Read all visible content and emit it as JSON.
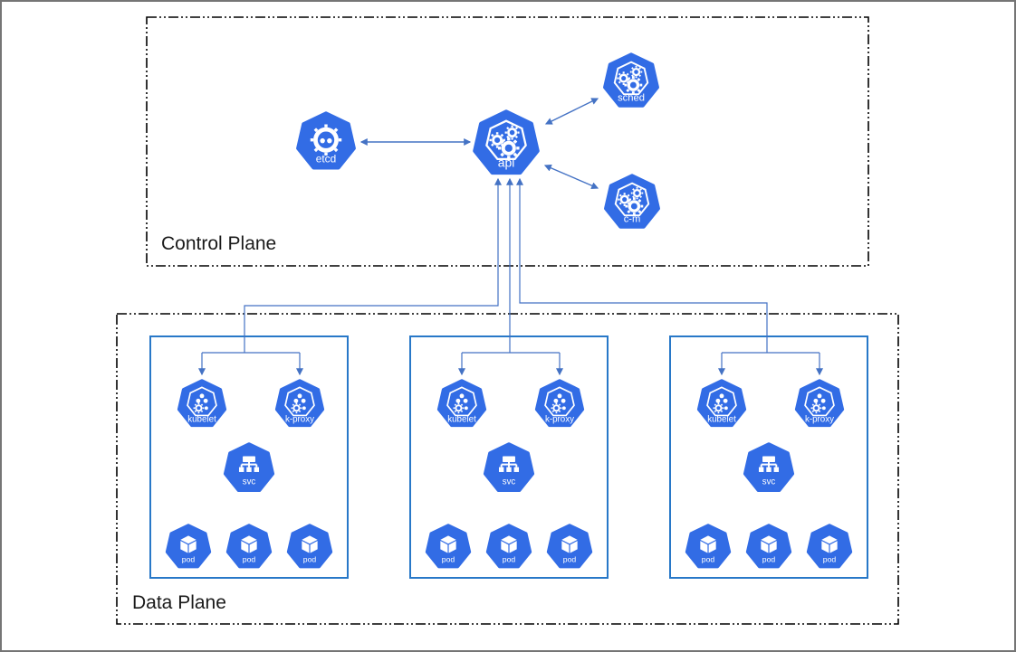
{
  "planes": {
    "control": {
      "label": "Control Plane"
    },
    "data": {
      "label": "Data Plane"
    }
  },
  "control_plane": {
    "etcd": {
      "label": "etcd"
    },
    "api": {
      "label": "api"
    },
    "sched": {
      "label": "sched"
    },
    "cm": {
      "label": "c-m"
    }
  },
  "data_plane": {
    "nodes": [
      {
        "kubelet": "kubelet",
        "kproxy": "k-proxy",
        "svc": "svc",
        "pods": [
          "pod",
          "pod",
          "pod"
        ]
      },
      {
        "kubelet": "kubelet",
        "kproxy": "k-proxy",
        "svc": "svc",
        "pods": [
          "pod",
          "pod",
          "pod"
        ]
      },
      {
        "kubelet": "kubelet",
        "kproxy": "k-proxy",
        "svc": "svc",
        "pods": [
          "pod",
          "pod",
          "pod"
        ]
      }
    ]
  },
  "icons": {
    "etcd-icon": "gear-ring-with-two-dots",
    "gears-icon": "three-gears-in-heptagon",
    "agent-icon": "dots-and-gear-in-heptagon",
    "service-icon": "org-chart-tree",
    "pod-icon": "cube"
  },
  "colors": {
    "heptagon": "#326CE5",
    "node-border": "#2878C8",
    "connector": "#4472C4",
    "plane-border": "#000000",
    "label-text": "#1A1A1A",
    "canvas-border": "#757575"
  }
}
